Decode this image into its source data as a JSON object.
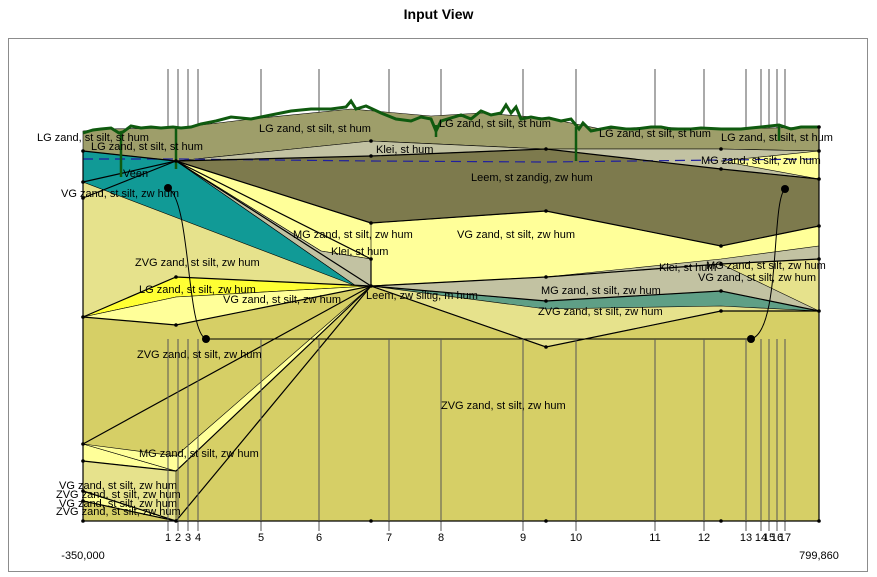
{
  "title": "Input View",
  "axis": {
    "left_label": "-350,000",
    "right_label": "799,860"
  },
  "verticals": [
    {
      "label": "1"
    },
    {
      "label": "2"
    },
    {
      "label": "3"
    },
    {
      "label": "4"
    },
    {
      "label": "5"
    },
    {
      "label": "6"
    },
    {
      "label": "7"
    },
    {
      "label": "8"
    },
    {
      "label": "9"
    },
    {
      "label": "10"
    },
    {
      "label": "11"
    },
    {
      "label": "12"
    },
    {
      "label": "13"
    },
    {
      "label": "14"
    },
    {
      "label": "15"
    },
    {
      "label": "16"
    },
    {
      "label": "17"
    }
  ],
  "colors": {
    "lg_zand": "#9e9e6a",
    "klei": "#c2c2a2",
    "leem": "#7d7a4d",
    "veen": "#119a96",
    "mg_zand": "#ffff99",
    "vg_zand": "#e6e28c",
    "zvg_zand": "#d6cf66",
    "bright_yellow": "#ffff33",
    "surface": "#0f5a0f",
    "phreatic": "#1f1fa0"
  },
  "layer_labels": [
    {
      "id": "lg-zand-left",
      "text": "LG zand, st silt, st hum"
    },
    {
      "id": "lg-zand-left-2",
      "text": "LG zand, st silt, st hum"
    },
    {
      "id": "lg-zand-mid",
      "text": "LG zand, st silt, st hum"
    },
    {
      "id": "lg-zand-mid-2",
      "text": "LG zand, st silt, st hum"
    },
    {
      "id": "lg-zand-right",
      "text": "LG zand, st silt, st hum"
    },
    {
      "id": "lg-zand-far-right",
      "text": "LG zand, st silt, st hum"
    },
    {
      "id": "klei-top",
      "text": "Klei, st hum"
    },
    {
      "id": "mg-zand-right",
      "text": "MG zand, st silt, zw hum"
    },
    {
      "id": "veen",
      "text": "Veen"
    },
    {
      "id": "vg-zand-left",
      "text": "VG zand, st silt, zw hum"
    },
    {
      "id": "leem",
      "text": "Leem, st zandig, zw hum"
    },
    {
      "id": "mg-zand-mid",
      "text": "MG zand, st silt, zw hum"
    },
    {
      "id": "vg-zand-mid",
      "text": "VG zand, st silt, zw hum"
    },
    {
      "id": "klei-mid",
      "text": "Klei, st hum"
    },
    {
      "id": "zvg-left-upper",
      "text": "ZVG zand, st silt, zw hum"
    },
    {
      "id": "klei-right",
      "text": "Klei, st hum"
    },
    {
      "id": "mg-zand-right-2",
      "text": "MG zand, st silt, zw hum"
    },
    {
      "id": "vg-zand-right",
      "text": "VG zand, st silt, zw hum"
    },
    {
      "id": "lg-zand-lens",
      "text": "LG zand, st silt, zw hum"
    },
    {
      "id": "vg-zand-lens",
      "text": "VG zand, st silt, zw hum"
    },
    {
      "id": "leem-lens",
      "text": "Leem, zw siltig, m hum"
    },
    {
      "id": "mg-zand-lens",
      "text": "MG zand, st silt, zw hum"
    },
    {
      "id": "zvg-right-lens",
      "text": "ZVG zand, st silt, zw hum"
    },
    {
      "id": "zvg-left-mid",
      "text": "ZVG zand, st silt, zw hum"
    },
    {
      "id": "zvg-main",
      "text": "ZVG zand, st silt, zw hum"
    },
    {
      "id": "mg-zand-bottom",
      "text": "MG zand, st silt, zw hum"
    },
    {
      "id": "vg-zand-bottom",
      "text": "VG zand, st silt, zw hum"
    },
    {
      "id": "zvg-bottom-1",
      "text": "ZVG zand, st silt, zw hum"
    },
    {
      "id": "zvg-bottom-2",
      "text": "VG zand, st silt, zw hum"
    },
    {
      "id": "zvg-bottom-3",
      "text": "ZVG zand, st silt, zw hum"
    }
  ]
}
